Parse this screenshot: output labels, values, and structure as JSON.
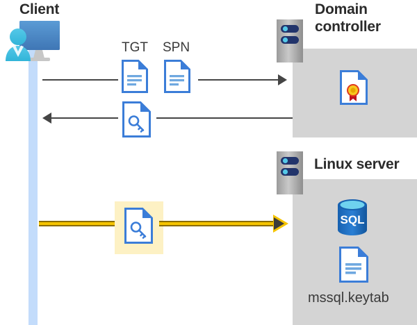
{
  "diagram": {
    "title_client": "Client",
    "title_domain_controller": "Domain\ncontroller",
    "title_domain_controller_line1": "Domain",
    "title_domain_controller_line2": "controller",
    "title_linux_server": "Linux server",
    "keytab_label": "mssql.keytab",
    "label_tgt": "TGT",
    "label_spn": "SPN"
  },
  "icons": {
    "client": "user-monitor-icon",
    "server_rack": "server-rack-icon",
    "tgt_document": "document-icon",
    "spn_document": "document-icon",
    "ticket_key_document": "key-document-icon",
    "granted_ticket_document": "key-document-icon",
    "certificate": "certificate-document-icon",
    "sql_database": "sql-database-icon",
    "keytab_document": "document-icon"
  },
  "flows": [
    {
      "name": "request-tgt-spn",
      "direction": "client-to-domain-controller",
      "labels": [
        "TGT",
        "SPN"
      ],
      "color": "#454545"
    },
    {
      "name": "receive-service-ticket",
      "direction": "domain-controller-to-client",
      "labels": [],
      "color": "#454545"
    },
    {
      "name": "present-service-ticket",
      "direction": "client-to-linux-server",
      "labels": [],
      "color": "#f5c400",
      "highlighted": true
    }
  ],
  "colors": {
    "accent_yellow": "#f5c400",
    "highlight_background": "#fdf1c4",
    "panel_gray": "#d4d4d4",
    "lifeline_blue": "#c3dcfb",
    "document_blue": "#3b7dd8",
    "sql_blue": "#1b6ec2",
    "text_dark": "#2b2b2b",
    "arrow_gray": "#454545"
  }
}
